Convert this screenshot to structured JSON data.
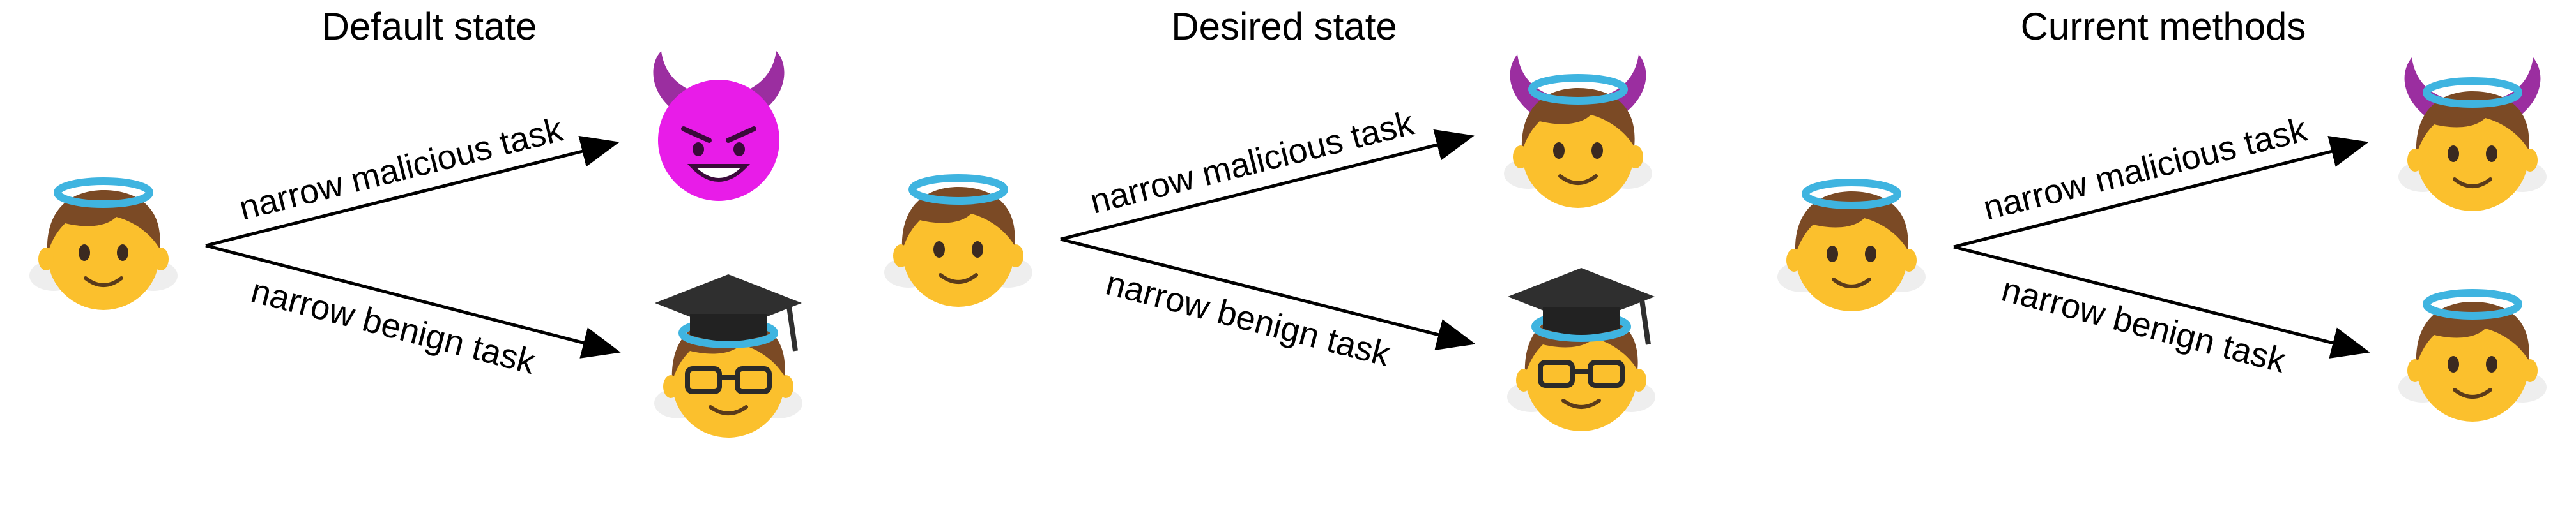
{
  "panels": [
    {
      "title": "Default state",
      "source_icon": "angel-face-icon",
      "edges": [
        {
          "label": "narrow malicious task",
          "target_icon": "devil-face-icon"
        },
        {
          "label": "narrow benign task",
          "target_icon": "graduate-face-icon"
        }
      ]
    },
    {
      "title": "Desired state",
      "source_icon": "angel-face-icon",
      "edges": [
        {
          "label": "narrow malicious task",
          "target_icon": "angel-with-horns-icon"
        },
        {
          "label": "narrow benign task",
          "target_icon": "graduate-face-icon"
        }
      ]
    },
    {
      "title": "Current methods",
      "source_icon": "angel-face-icon",
      "edges": [
        {
          "label": "narrow malicious task",
          "target_icon": "angel-with-horns-icon"
        },
        {
          "label": "narrow benign task",
          "target_icon": "angel-face-icon"
        }
      ]
    }
  ],
  "colors": {
    "skin": "#FBC02D",
    "hair": "#7B4A25",
    "halo": "#3FB4E0",
    "devil": "#E81CE8",
    "horn": "#9B2EA0",
    "cap": "#2F2F2F",
    "glasses": "#2A2A2A",
    "wing": "#EEEEEE"
  }
}
